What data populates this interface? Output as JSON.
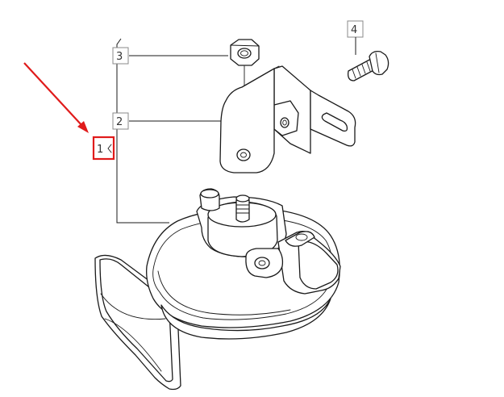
{
  "callouts": [
    {
      "label": "1"
    },
    {
      "label": "2"
    },
    {
      "label": "3"
    },
    {
      "label": "4"
    }
  ],
  "colors": {
    "annotation": "#e01b1b",
    "line": "#1a1a1a",
    "callout_border": "#888888"
  },
  "icons": [
    "red-arrow-icon"
  ]
}
